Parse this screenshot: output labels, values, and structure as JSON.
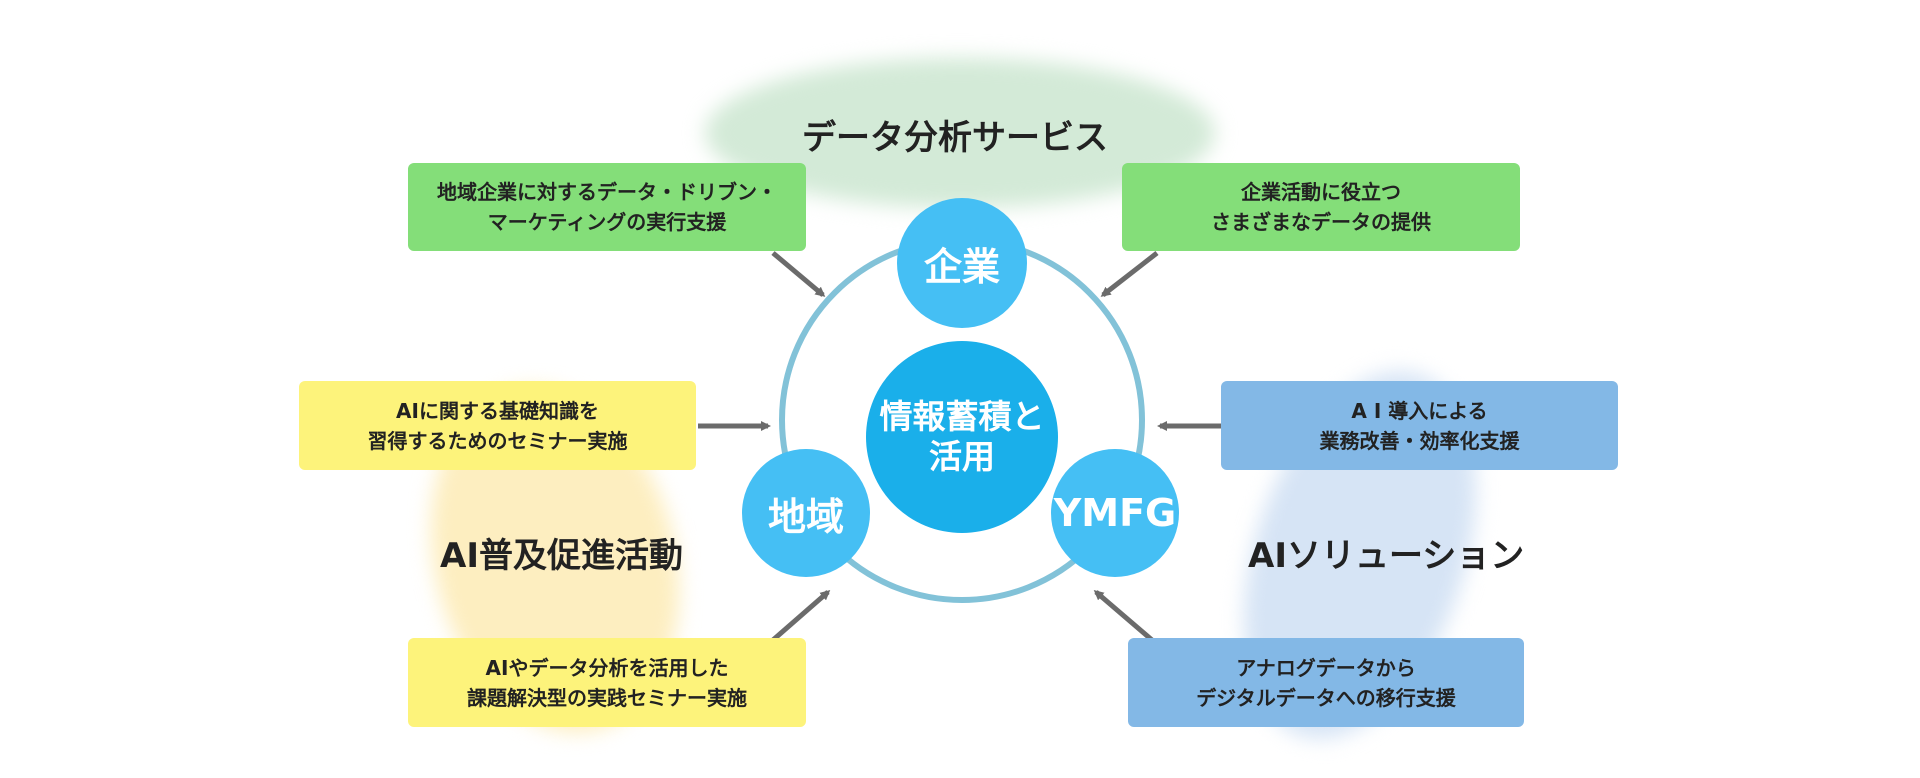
{
  "groups": {
    "data_analysis": "データ分析サービス",
    "ai_promotion": "AI普及促進活動",
    "ai_solution": "AIソリューション"
  },
  "center": {
    "line1": "情報蓄積と",
    "line2": "活用"
  },
  "nodes": {
    "company": "企業",
    "region": "地域",
    "ymfg": "YMFG"
  },
  "boxes": {
    "top_left": [
      "地域企業に対するデータ・ドリブン・",
      "マーケティングの実行支援"
    ],
    "top_right": [
      "企業活動に役立つ",
      "さまざまなデータの提供"
    ],
    "mid_left": [
      "AIに関する基礎知識を",
      "習得するためのセミナー実施"
    ],
    "mid_right": [
      "A I 導入による",
      "業務改善・効率化支援"
    ],
    "bottom_left": [
      "AIやデータ分析を活用した",
      "課題解決型の実践セミナー実施"
    ],
    "bottom_right": [
      "アナログデータから",
      "デジタルデータへの移行支援"
    ]
  },
  "colors": {
    "green_box": "#84de79",
    "yellow_box": "#fdf37b",
    "blue_box": "#83b8e6",
    "ring": "#82c2d8",
    "node": "#45bff4",
    "center": "#1aafea",
    "arrow": "#6b6b6b"
  }
}
